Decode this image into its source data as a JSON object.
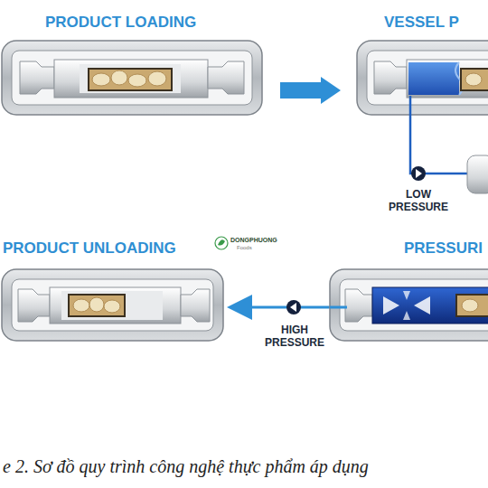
{
  "diagram": {
    "caption": "e 2. Sơ đồ quy trình công nghệ thực phẩm áp dụng",
    "nodes": [
      {
        "text": [
          "PRODUCT LOADING"
        ]
      },
      {
        "text": [
          "VESSEL P"
        ]
      },
      {
        "text": [
          "PRODUCT UNLOADING"
        ]
      },
      {
        "text": [
          "PRESSURI"
        ]
      }
    ],
    "edges": [
      {
        "from": 0,
        "to": 1,
        "arrow": "to"
      },
      {
        "from": 3,
        "to": 2,
        "arrow": "to"
      }
    ],
    "labels": [
      "LOW PRESSURE",
      "HIGH PRESSURE",
      "DONGPHUONG",
      "Foods"
    ]
  }
}
